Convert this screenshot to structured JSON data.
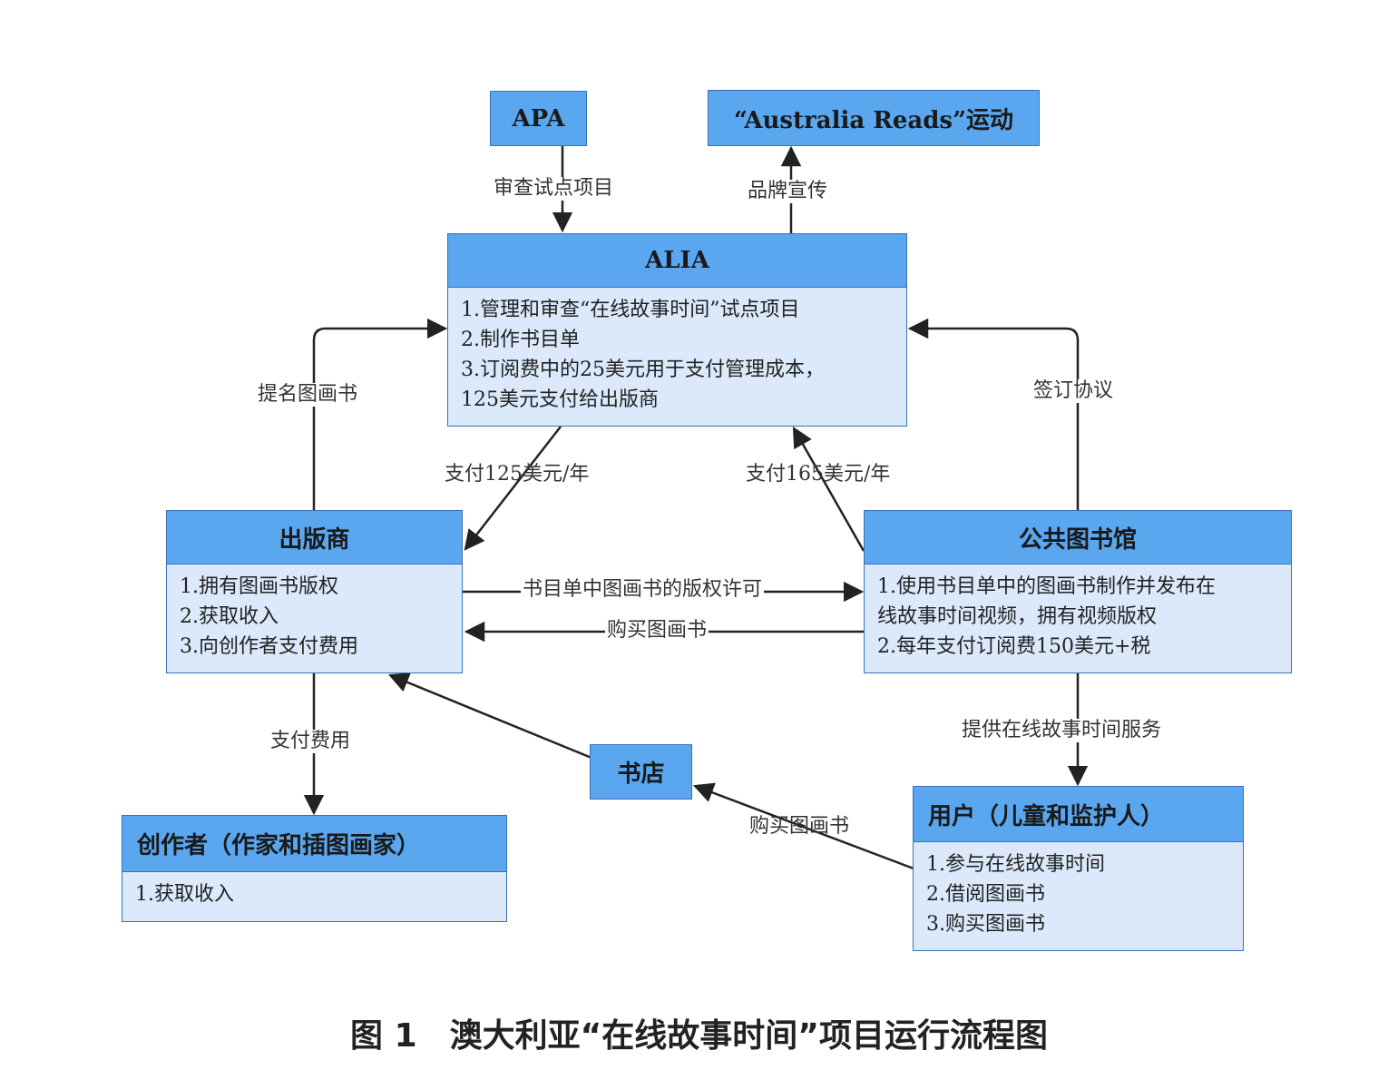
{
  "caption": "图 1　澳大利亚“在线故事时间”项目运行流程图",
  "nodes": {
    "apa": {
      "title": "APA"
    },
    "australia_reads": {
      "title": "“Australia Reads”运动"
    },
    "alia": {
      "title": "ALIA",
      "items": [
        "1.管理和审查“在线故事时间”试点项目",
        "2.制作书目单",
        "3.订阅费中的25美元用于支付管理成本，",
        "125美元支付给出版商"
      ]
    },
    "publisher": {
      "title": "出版商",
      "items": [
        "1.拥有图画书版权",
        "2.获取收入",
        "3.向创作者支付费用"
      ]
    },
    "library": {
      "title": "公共图书馆",
      "items": [
        "1.使用书目单中的图画书制作并发布在",
        "线故事时间视频，拥有视频版权",
        "2.每年支付订阅费150美元+税"
      ]
    },
    "bookstore": {
      "title": "书店"
    },
    "creator": {
      "title": "创作者（作家和插图画家）",
      "items": [
        "1.获取收入"
      ]
    },
    "user": {
      "title": "用户（儿童和监护人）",
      "items": [
        "1.参与在线故事时间",
        "2.借阅图画书",
        "3.购买图画书"
      ]
    }
  },
  "edges": {
    "apa_alia": "审查试点项目",
    "alia_reads": "品牌宣传",
    "publisher_alia": "提名图画书",
    "library_alia_agreement": "签订协议",
    "alia_publisher_pay": "支付125美元/年",
    "library_alia_pay": "支付165美元/年",
    "publisher_library_license": "书目单中图画书的版权许可",
    "library_publisher_buy": "购买图画书",
    "publisher_creator": "支付费用",
    "library_user": "提供在线故事时间服务",
    "user_bookstore": "购买图画书"
  },
  "colors": {
    "header": "#5aa7f0",
    "body": "#dbe9fb",
    "border": "#3a70b8",
    "line": "#222222"
  }
}
